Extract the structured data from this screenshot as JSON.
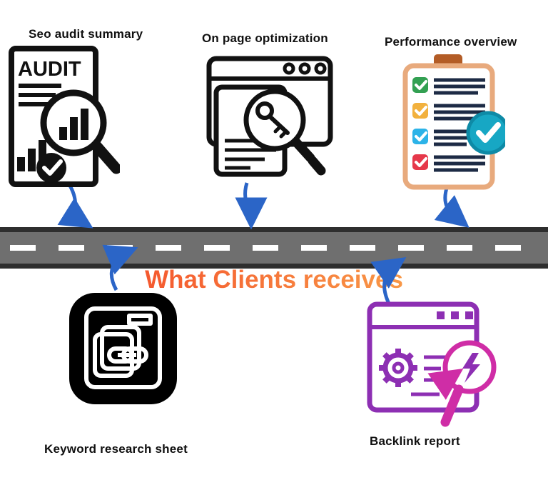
{
  "title": {
    "text": "What Clients receives"
  },
  "road": {
    "asphalt_color": "#6f6f6f",
    "edge_color": "#2e2e2e",
    "dash_color": "#ffffff"
  },
  "arrow_color": "#2b65c7",
  "items": [
    {
      "label": "Seo audit summary",
      "icon": "audit-document-magnifier-icon",
      "position": "top-left"
    },
    {
      "label": "On page optimization",
      "icon": "browser-magnifier-key-icon",
      "position": "top-center"
    },
    {
      "label": "Performance overview",
      "icon": "clipboard-checklist-icon",
      "position": "top-right"
    },
    {
      "label": "Keyword research sheet",
      "icon": "black-app-link-folder-icon",
      "position": "bottom-left"
    },
    {
      "label": "Backlink report",
      "icon": "browser-gear-magnifier-icon",
      "position": "bottom-right"
    }
  ],
  "audit_icon": {
    "heading": "AUDIT"
  },
  "colors": {
    "title_gradient_start": "#f4512c",
    "title_gradient_end": "#f9a04a",
    "checklist_green": "#33a052",
    "checklist_orange": "#f2b13e",
    "checklist_blue": "#2cb3e8",
    "checklist_red": "#e6384a",
    "badge_teal": "#17a7c4",
    "badge_teal_ring": "#0e8aa6",
    "clipboard_border": "#e8aa7d",
    "clip_brown": "#b35c26",
    "backlink_purple": "#8d2fb3",
    "backlink_magenta": "#cf2da6",
    "icon_black": "#111111"
  }
}
